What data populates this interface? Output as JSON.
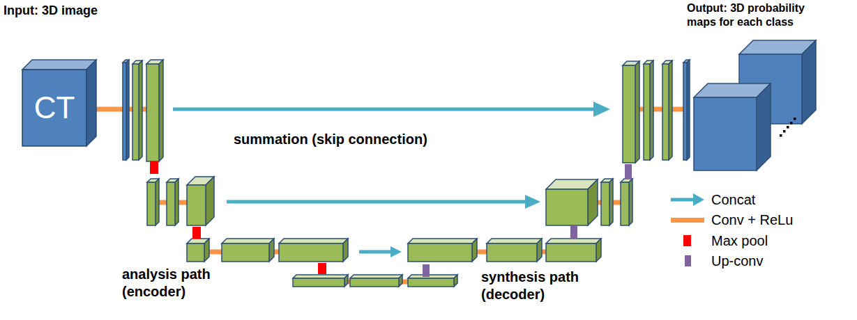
{
  "diagram": {
    "nodes": [
      {
        "text": [
          "CT"
        ]
      }
    ],
    "labels": [
      "Input: 3D image",
      "Output: 3D probability maps for each class",
      "summation (skip connection)",
      "analysis path (encoder)",
      "synthesis path (decoder)"
    ],
    "legend": [
      {
        "text": "Concat"
      },
      {
        "text": "Conv + ReLu",
        "color": "#f79646"
      },
      {
        "text": "Max pool",
        "color": "#ff0000"
      },
      {
        "text": "Up-conv",
        "color": "#8064a2"
      }
    ]
  }
}
